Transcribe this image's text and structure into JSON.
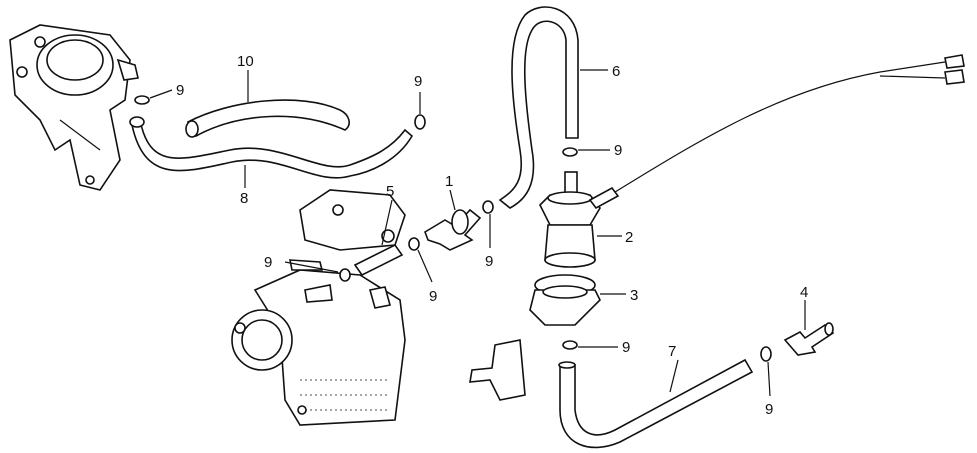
{
  "callouts": {
    "c1": "1",
    "c2": "2",
    "c3": "3",
    "c4": "4",
    "c5": "5",
    "c6": "6",
    "c7": "7",
    "c8": "8",
    "c9a": "9",
    "c9b": "9",
    "c9c": "9",
    "c9d": "9",
    "c9e": "9",
    "c9f": "9",
    "c9g": "9",
    "c9h": "9",
    "c10": "10"
  },
  "colors": {
    "ink": "#111111",
    "paper": "#ffffff"
  }
}
